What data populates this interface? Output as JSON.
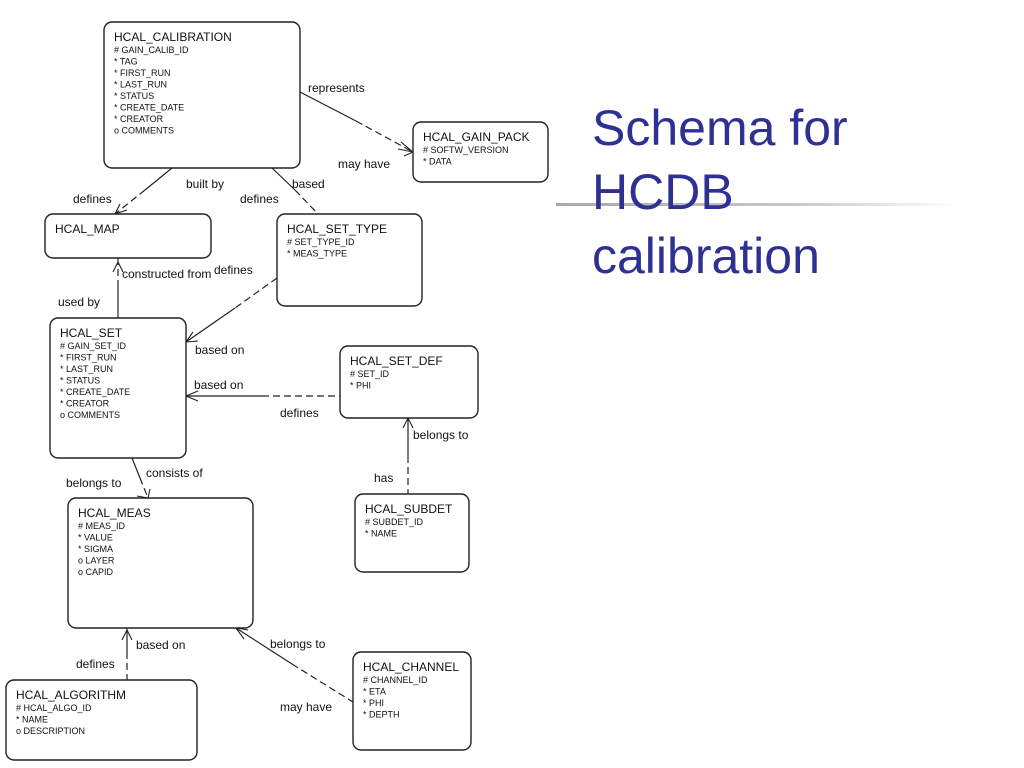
{
  "title": {
    "line1": "Schema for",
    "line2": "HCDB",
    "line3": "calibration"
  },
  "colors": {
    "title": "#2e3192",
    "lines": "#222222",
    "rule": "#b5b5b5"
  },
  "entities": [
    {
      "id": "calibration",
      "name": "HCAL_CALIBRATION",
      "attrs": [
        "# GAIN_CALIB_ID",
        "* TAG",
        "* FIRST_RUN",
        "* LAST_RUN",
        "* STATUS",
        "* CREATE_DATE",
        "* CREATOR",
        "o COMMENTS"
      ]
    },
    {
      "id": "gain_pack",
      "name": "HCAL_GAIN_PACK",
      "attrs": [
        "# SOFTW_VERSION",
        "* DATA"
      ]
    },
    {
      "id": "map",
      "name": "HCAL_MAP",
      "attrs": []
    },
    {
      "id": "set_type",
      "name": "HCAL_SET_TYPE",
      "attrs": [
        "# SET_TYPE_ID",
        "* MEAS_TYPE"
      ]
    },
    {
      "id": "set",
      "name": "HCAL_SET",
      "attrs": [
        "# GAIN_SET_ID",
        "* FIRST_RUN",
        "* LAST_RUN",
        "* STATUS",
        "* CREATE_DATE",
        "* CREATOR",
        "o COMMENTS"
      ]
    },
    {
      "id": "set_def",
      "name": "HCAL_SET_DEF",
      "attrs": [
        "# SET_ID",
        "* PHI"
      ]
    },
    {
      "id": "subdet",
      "name": "HCAL_SUBDET",
      "attrs": [
        "# SUBDET_ID",
        "* NAME"
      ]
    },
    {
      "id": "meas",
      "name": "HCAL_MEAS",
      "attrs": [
        "# MEAS_ID",
        "* VALUE",
        "* SIGMA",
        "o LAYER",
        "o CAPID"
      ]
    },
    {
      "id": "algorithm",
      "name": "HCAL_ALGORITHM",
      "attrs": [
        "# HCAL_ALGO_ID",
        "* NAME",
        "o DESCRIPTION"
      ]
    },
    {
      "id": "channel",
      "name": "HCAL_CHANNEL",
      "attrs": [
        "# CHANNEL_ID",
        "* ETA",
        "* PHI",
        "* DEPTH"
      ]
    }
  ],
  "relationship_labels": [
    "represents",
    "may have",
    "built by",
    "defines",
    "based",
    "defines",
    "constructed from",
    "used by",
    "defines",
    "based on",
    "based on",
    "defines",
    "belongs to",
    "has",
    "consists of",
    "belongs to",
    "based on",
    "defines",
    "belongs to",
    "may have"
  ]
}
